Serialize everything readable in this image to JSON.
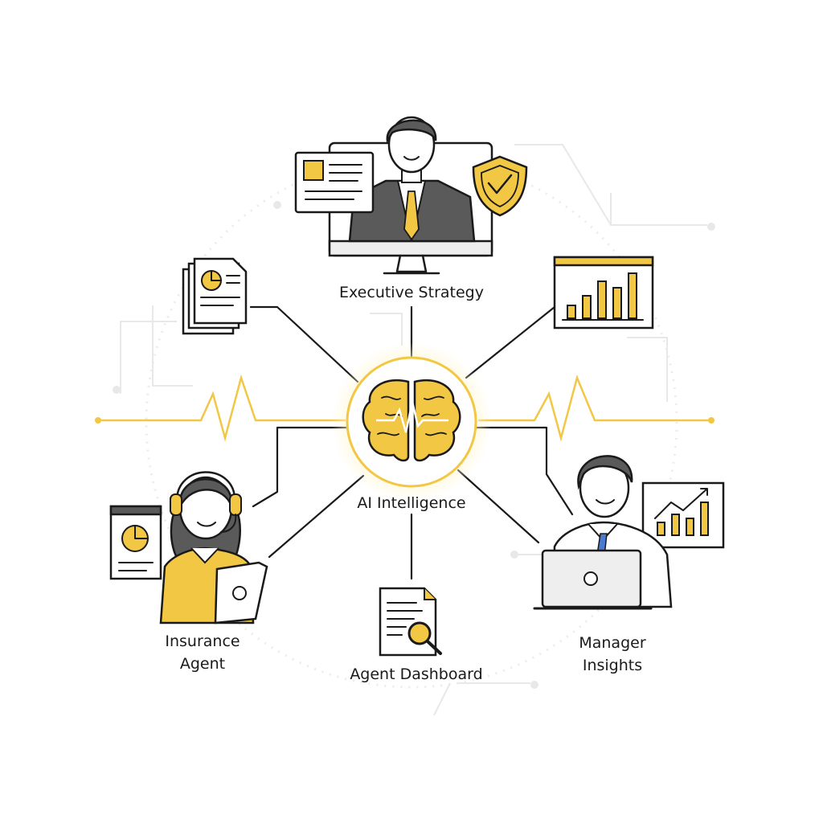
{
  "nodes": {
    "center": {
      "label": "AI Intelligence",
      "icon": "brain-icon"
    },
    "top": {
      "label": "Executive Strategy",
      "icon": "executive-monitor-icon"
    },
    "bottom_left": {
      "label_line1": "Insurance",
      "label_line2": "Agent",
      "icon": "insurance-agent-icon"
    },
    "bottom": {
      "label": "Agent Dashboard",
      "icon": "document-search-icon"
    },
    "bottom_right": {
      "label_line1": "Manager",
      "label_line2": "Insights",
      "icon": "manager-laptop-icon"
    }
  },
  "colors": {
    "accent": "#F2C744",
    "ink": "#1A1A1A",
    "gray": "#5A5A5A",
    "faint": "#E8E8E8"
  }
}
